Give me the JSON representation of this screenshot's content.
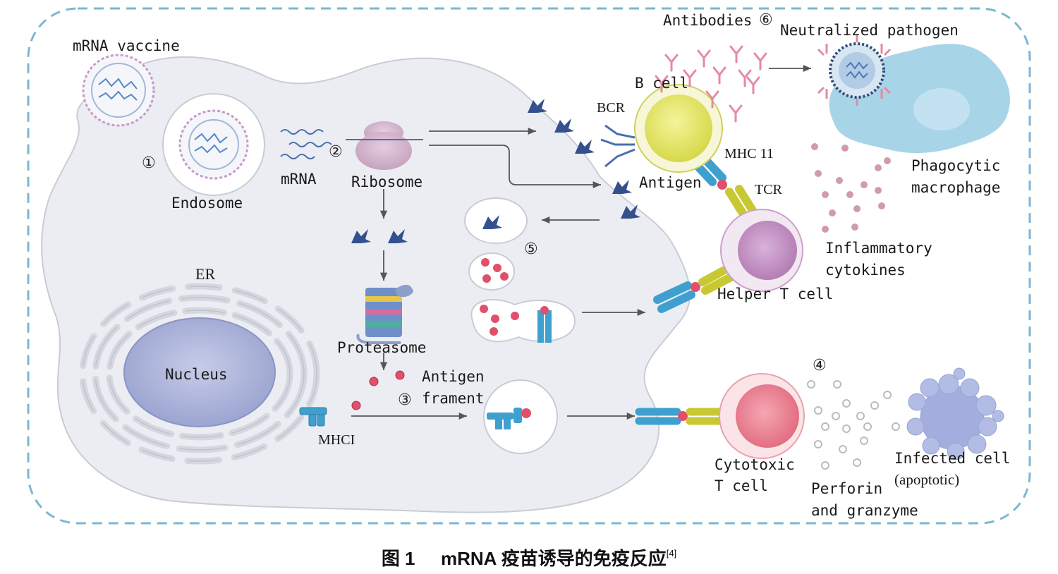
{
  "figure": {
    "caption_prefix": "图 1",
    "caption_text": "mRNA 疫苗诱导的免疫反应",
    "caption_ref": "[4]"
  },
  "labels": {
    "mrna_vaccine": "mRNA vaccine",
    "endosome": "Endosome",
    "mrna": "mRNA",
    "ribosome": "Ribosome",
    "er": "ER",
    "nucleus": "Nucleus",
    "proteasome": "Proteasome",
    "antigen_fragment_1": "Antigen",
    "antigen_fragment_2": "frament",
    "mhci": "MHCI",
    "bcr": "BCR",
    "b_cell": "B cell",
    "antibodies": "Antibodies",
    "neutralized_pathogen": "Neutralized pathogen",
    "mhc_ii": "MHC 11",
    "antigen": "Antigen",
    "tcr": "TCR",
    "phagocytic_1": "Phagocytic",
    "phagocytic_2": "macrophage",
    "inflammatory_1": "Inflammatory",
    "inflammatory_2": "cytokines",
    "helper_t": "Helper T cell",
    "cytotoxic_1": "Cytotoxic",
    "cytotoxic_2": "T cell",
    "perforin_1": "Perforin",
    "perforin_2": "and granzyme",
    "infected_1": "Infected cell",
    "infected_2": "(apoptotic)"
  },
  "steps": {
    "s1": "①",
    "s2": "②",
    "s3": "③",
    "s4": "④",
    "s5": "⑤",
    "s6": "⑥"
  },
  "colors": {
    "cell_fill": "#ebedf2",
    "cell_stroke": "#c9ccd6",
    "border_dash": "#7db6d4",
    "nucleus": "#b2b9dd",
    "b_cell": "#e9ea6a",
    "helper_t": "#c99ac9",
    "cytotoxic_t": "#f08a98",
    "macrophage": "#9fcfe6",
    "mhc_blue": "#3fa0d0",
    "tcr_yellow": "#c8c832",
    "antigen_red": "#e0506a",
    "antibody_pink": "#e58aa2"
  }
}
